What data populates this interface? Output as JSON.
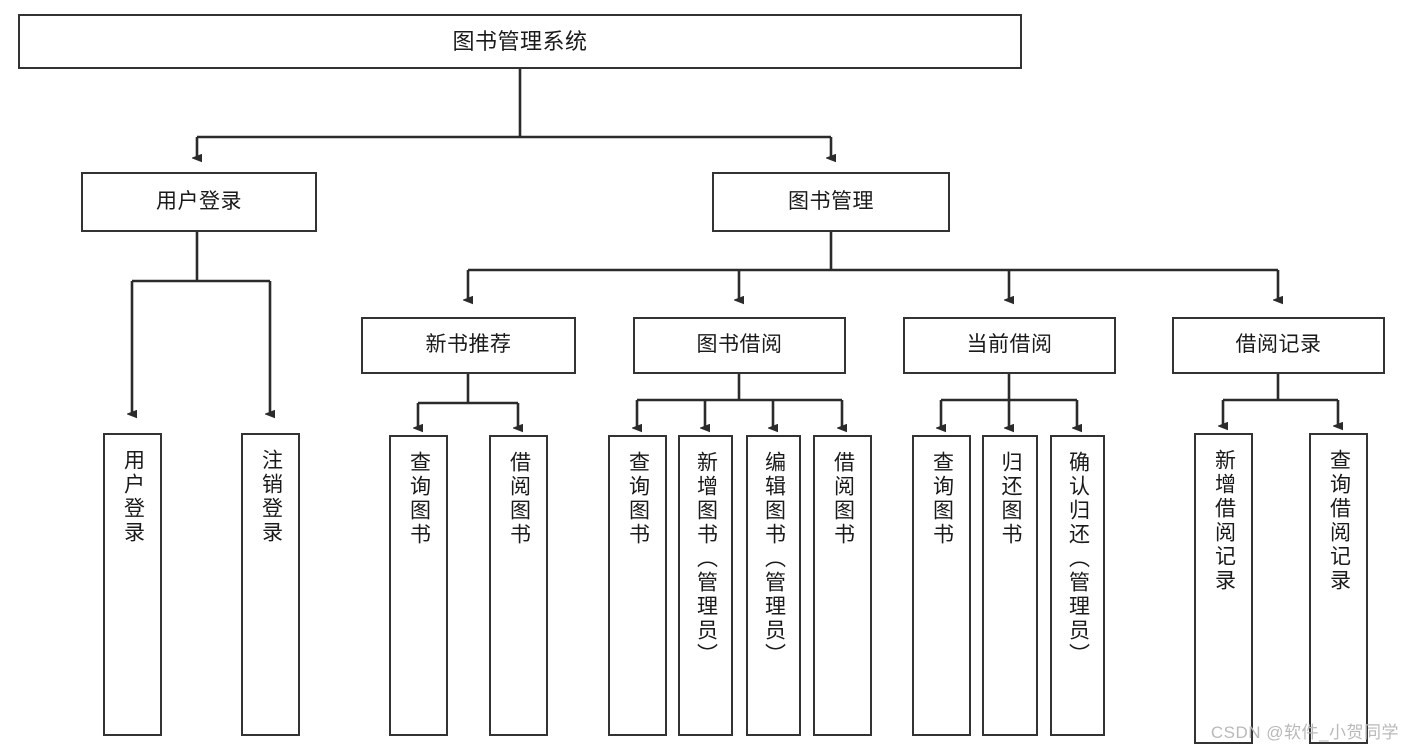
{
  "diagram": {
    "title": "图书管理系统",
    "watermark": "CSDN @软件_小贺同学",
    "colors": {
      "border": "#333333",
      "background": "#ffffff",
      "text": "#1a1a1a",
      "watermark": "#b9b9b9"
    },
    "root": {
      "label": "图书管理系统"
    },
    "level1": [
      {
        "label": "用户登录"
      },
      {
        "label": "图书管理"
      }
    ],
    "level2": [
      {
        "label": "新书推荐"
      },
      {
        "label": "图书借阅"
      },
      {
        "label": "当前借阅"
      },
      {
        "label": "借阅记录"
      }
    ],
    "leaves": {
      "user_login": [
        {
          "label": "用户登录"
        },
        {
          "label": "注销登录"
        }
      ],
      "new_book_recommend": [
        {
          "label": "查询图书"
        },
        {
          "label": "借阅图书"
        }
      ],
      "book_borrow": [
        {
          "label": "查询图书"
        },
        {
          "label": "新增图书（管理员）"
        },
        {
          "label": "编辑图书（管理员）"
        },
        {
          "label": "借阅图书"
        }
      ],
      "current_borrow": [
        {
          "label": "查询图书"
        },
        {
          "label": "归还图书"
        },
        {
          "label": "确认归还（管理员）"
        }
      ],
      "borrow_record": [
        {
          "label": "新增借阅记录"
        },
        {
          "label": "查询借阅记录"
        }
      ]
    }
  }
}
